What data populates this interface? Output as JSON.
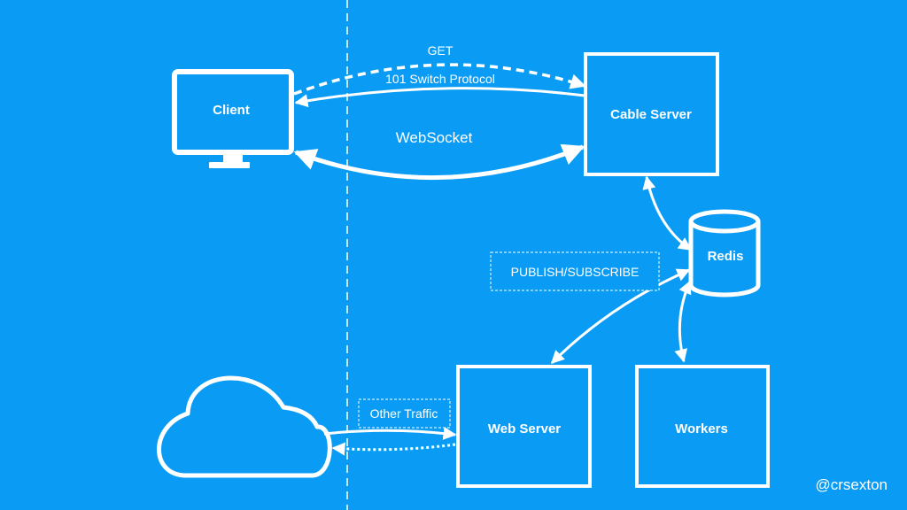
{
  "colors": {
    "background": "#0A9CF5",
    "foreground": "#FFFFFF"
  },
  "nodes": {
    "client": {
      "label": "Client",
      "icon": "monitor-icon"
    },
    "cable_server": {
      "label": "Cable Server"
    },
    "redis": {
      "label": "Redis",
      "icon": "database-icon"
    },
    "web_server": {
      "label": "Web Server"
    },
    "workers": {
      "label": "Workers"
    },
    "internet": {
      "icon": "cloud-icon"
    }
  },
  "edges": {
    "get": "GET",
    "switch_protocol": "101 Switch Protocol",
    "websocket": "WebSocket",
    "pubsub": "PUBLISH/SUBSCRIBE",
    "other_traffic": "Other Traffic"
  },
  "footer": {
    "handle": "@crsexton"
  }
}
